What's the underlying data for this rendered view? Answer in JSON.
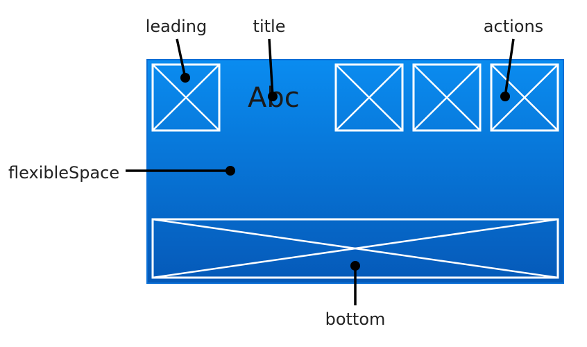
{
  "labels": {
    "leading": "leading",
    "title": "title",
    "actions": "actions",
    "flexible_space": "flexibleSpace",
    "bottom": "bottom"
  },
  "app_bar": {
    "title_text": "Abc",
    "action_count": 3
  },
  "colors": {
    "bar_top": "#0a8cf0",
    "bar_bottom": "#0559b8",
    "bar_border": "#0a6fd6",
    "placeholder_stroke": "#ffffff",
    "pointer": "#000000"
  }
}
